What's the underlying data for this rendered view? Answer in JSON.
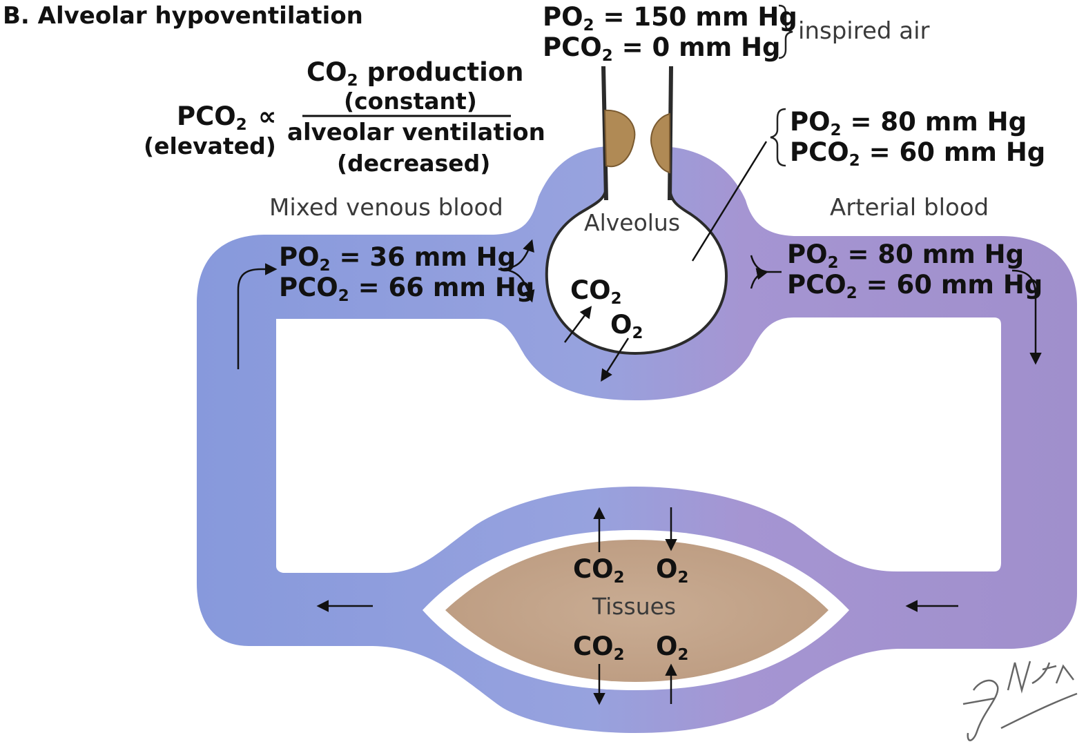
{
  "section_title": "B. Alveolar hypoventilation",
  "inspired_air": {
    "po2": {
      "symbol": "PO",
      "sub": "2",
      "value": "= 150 mm Hg"
    },
    "pco2": {
      "symbol": "PCO",
      "sub": "2",
      "value": "= 0 mm Hg"
    },
    "label": "inspired air"
  },
  "equation": {
    "lhs_symbol": "PCO",
    "lhs_sub": "2",
    "lhs_note": "(elevated)",
    "proportional": "∝",
    "numerator_symbol": "CO",
    "numerator_sub": "2",
    "numerator_text": "production",
    "numerator_note": "(constant)",
    "denominator_text": "alveolar ventilation",
    "denominator_note": "(decreased)"
  },
  "alveolar_gas": {
    "po2": {
      "symbol": "PO",
      "sub": "2",
      "value": "= 80 mm Hg"
    },
    "pco2": {
      "symbol": "PCO",
      "sub": "2",
      "value": "= 60 mm Hg"
    }
  },
  "labels": {
    "mixed_venous": "Mixed venous blood",
    "arterial": "Arterial blood",
    "alveolus": "Alveolus",
    "tissues": "Tissues"
  },
  "mixed_venous": {
    "po2": {
      "symbol": "PO",
      "sub": "2",
      "value": "= 36 mm Hg"
    },
    "pco2": {
      "symbol": "PCO",
      "sub": "2",
      "value": "= 66 mm Hg"
    }
  },
  "arterial": {
    "po2": {
      "symbol": "PO",
      "sub": "2",
      "value": "= 80 mm Hg"
    },
    "pco2": {
      "symbol": "PCO",
      "sub": "2",
      "value": "= 60 mm Hg"
    }
  },
  "gases": {
    "co2": {
      "symbol": "CO",
      "sub": "2"
    },
    "o2": {
      "symbol": "O",
      "sub": "2"
    }
  },
  "signature": "F. Netter M.D.",
  "colors": {
    "venous": "#8a9be0",
    "arterial": "#a595d0",
    "tissue": "#c6a68c",
    "airway_plug": "#b08a55",
    "outline": "#333333"
  }
}
